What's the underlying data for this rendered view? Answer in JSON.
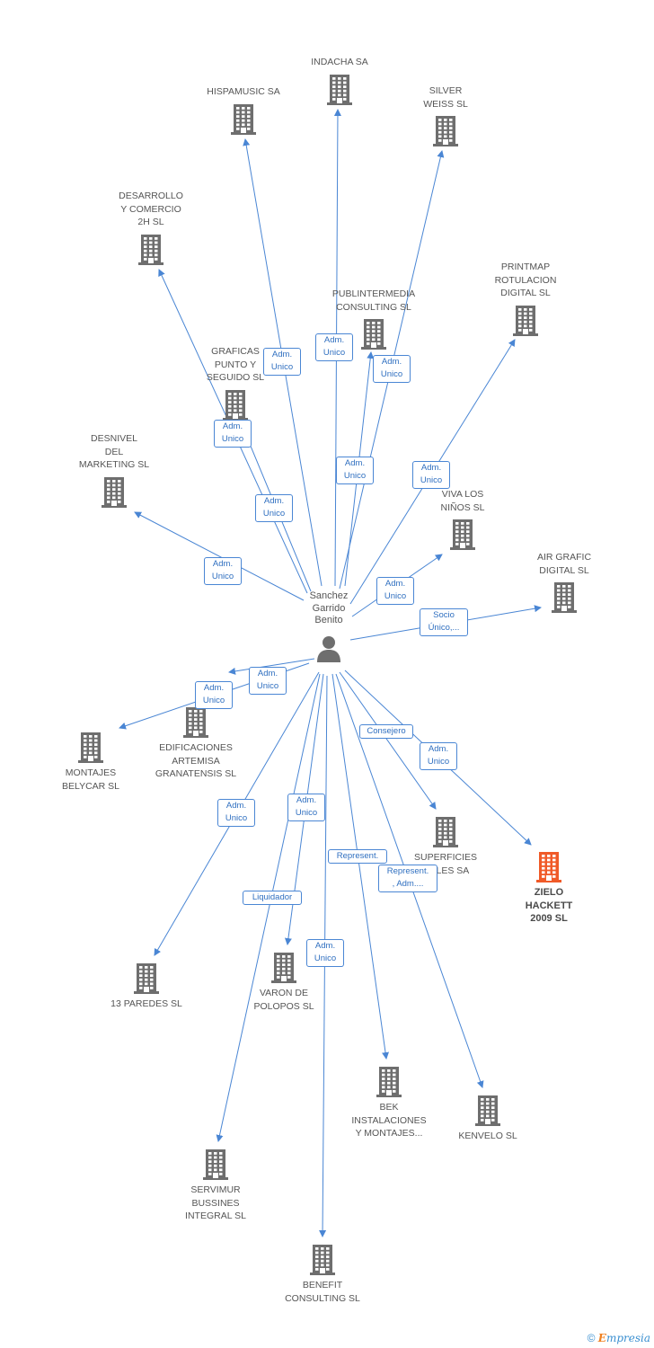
{
  "colors": {
    "edge": "#4a86d4",
    "icon": "#6e6e6e",
    "highlight": "#f05a28",
    "label_text": "#2f6fc0"
  },
  "person": {
    "name_lines": [
      "Sanchez",
      "Garrido",
      "Benito"
    ],
    "icon": "person-icon"
  },
  "companies": [
    {
      "id": "indacha",
      "lines": [
        "INDACHA SA"
      ]
    },
    {
      "id": "hispamusic",
      "lines": [
        "HISPAMUSIC SA"
      ]
    },
    {
      "id": "silver",
      "lines": [
        "SILVER",
        "WEISS SL"
      ]
    },
    {
      "id": "desarrollo",
      "lines": [
        "DESARROLLO",
        "Y COMERCIO",
        "2H SL"
      ]
    },
    {
      "id": "printmap",
      "lines": [
        "PRINTMAP",
        "ROTULACION",
        "DIGITAL SL"
      ]
    },
    {
      "id": "publintermedia",
      "lines": [
        "PUBLINTERMEDIA",
        "CONSULTING SL"
      ]
    },
    {
      "id": "graficas",
      "lines": [
        "GRAFICAS",
        "PUNTO Y",
        "SEGUIDO SL"
      ]
    },
    {
      "id": "desnivel",
      "lines": [
        "DESNIVEL",
        "DEL",
        "MARKETING SL"
      ]
    },
    {
      "id": "viva",
      "lines": [
        "VIVA LOS",
        "NIÑOS SL"
      ]
    },
    {
      "id": "airgrafic",
      "lines": [
        "AIR GRAFIC",
        "DIGITAL SL"
      ]
    },
    {
      "id": "edificaciones",
      "lines": [
        "EDIFICACIONES",
        "ARTEMISA",
        "GRANATENSIS SL"
      ]
    },
    {
      "id": "montajes",
      "lines": [
        "MONTAJES",
        "BELYCAR  SL"
      ]
    },
    {
      "id": "superficies",
      "lines": [
        "SUPERFICIES",
        "...ALES SA"
      ]
    },
    {
      "id": "zielo",
      "lines": [
        "ZIELO",
        "HACKETT",
        "2009 SL"
      ],
      "highlight": true
    },
    {
      "id": "paredes",
      "lines": [
        "13 PAREDES SL"
      ]
    },
    {
      "id": "varon",
      "lines": [
        "VARON DE",
        "POLOPOS SL"
      ]
    },
    {
      "id": "bek",
      "lines": [
        "BEK",
        "INSTALACIONES",
        "Y MONTAJES..."
      ]
    },
    {
      "id": "kenvelo",
      "lines": [
        "KENVELO  SL"
      ]
    },
    {
      "id": "servimur",
      "lines": [
        "SERVIMUR",
        "BUSSINES",
        "INTEGRAL SL"
      ]
    },
    {
      "id": "benefit",
      "lines": [
        "BENEFIT",
        "CONSULTING SL"
      ]
    }
  ],
  "relations": [
    {
      "target": "indacha",
      "lines": [
        "Adm.",
        "Unico"
      ]
    },
    {
      "target": "hispamusic",
      "lines": [
        "Adm.",
        "Unico"
      ]
    },
    {
      "target": "silver",
      "lines": [
        "Adm.",
        "Unico"
      ]
    },
    {
      "target": "desarrollo",
      "lines": [
        "Adm.",
        "Unico"
      ]
    },
    {
      "target": "printmap",
      "lines": [
        "Adm.",
        "Unico"
      ]
    },
    {
      "target": "publintermedia",
      "lines": [
        "Adm.",
        "Unico"
      ]
    },
    {
      "target": "graficas",
      "lines": [
        "Adm.",
        "Unico"
      ]
    },
    {
      "target": "desnivel",
      "lines": [
        "Adm.",
        "Unico"
      ]
    },
    {
      "target": "viva",
      "lines": [
        "Adm.",
        "Unico"
      ]
    },
    {
      "target": "airgrafic",
      "lines": [
        "Socio",
        "Único,..."
      ]
    },
    {
      "target": "edificaciones",
      "lines": [
        "Adm.",
        "Unico"
      ]
    },
    {
      "target": "montajes",
      "lines": [
        "Adm.",
        "Unico"
      ]
    },
    {
      "target": "superficies",
      "lines": [
        "Consejero"
      ]
    },
    {
      "target": "zielo",
      "lines": [
        "Adm.",
        "Unico"
      ]
    },
    {
      "target": "paredes",
      "lines": [
        "Adm.",
        "Unico"
      ]
    },
    {
      "target": "varon",
      "lines": [
        "Adm.",
        "Unico"
      ]
    },
    {
      "target": "bek",
      "lines": [
        "Represent."
      ]
    },
    {
      "target": "kenvelo",
      "lines": [
        "Represent.",
        ", Adm...."
      ]
    },
    {
      "target": "servimur",
      "lines": [
        "Liquidador"
      ]
    },
    {
      "target": "benefit",
      "lines": [
        "Adm.",
        "Unico"
      ]
    }
  ],
  "footer": {
    "copyright": "©",
    "brand_initial": "E",
    "brand_rest": "mpresia"
  }
}
